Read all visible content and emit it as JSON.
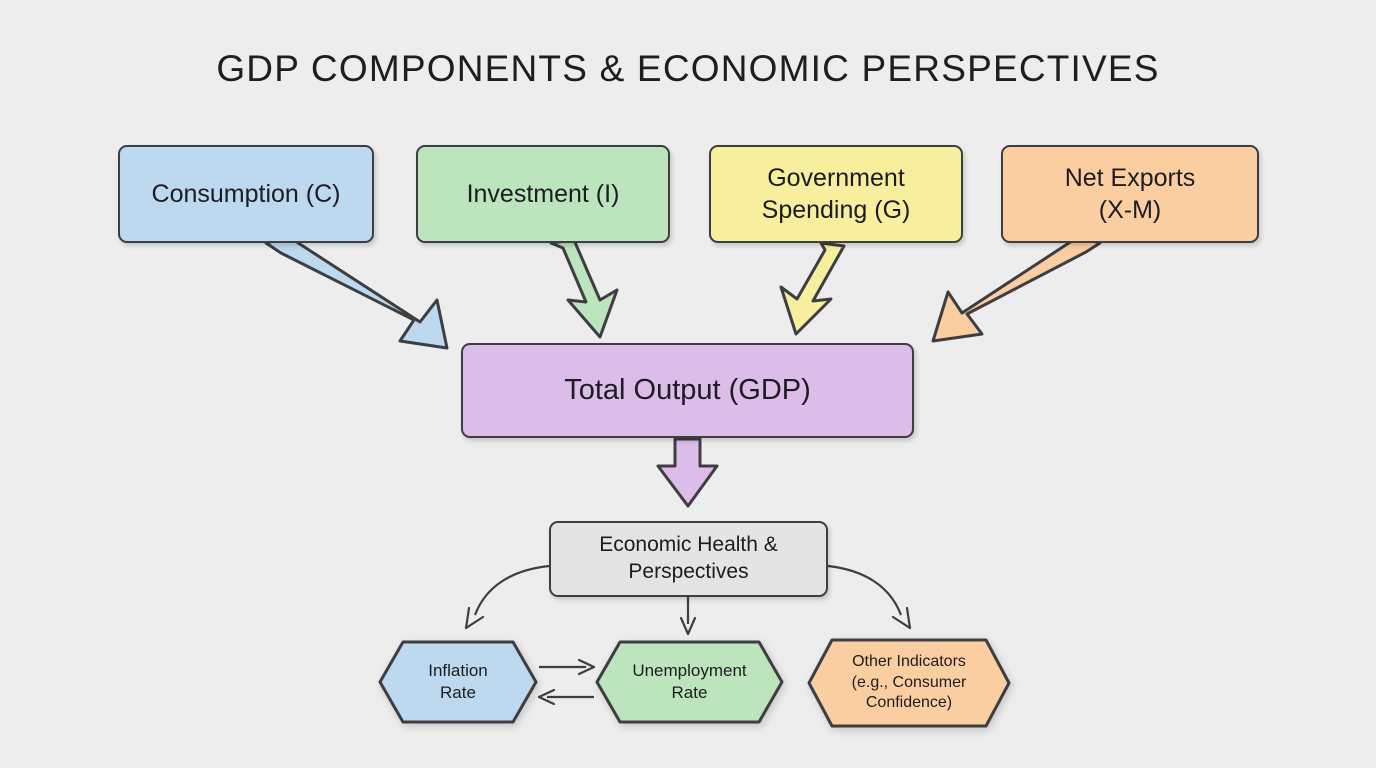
{
  "title": "GDP COMPONENTS & ECONOMIC PERSPECTIVES",
  "background_color": "#ededed",
  "stroke_color": "#3e3e42",
  "components": [
    {
      "id": "consumption",
      "label": "Consumption (C)",
      "color": "#bcd9ef"
    },
    {
      "id": "investment",
      "label": "Investment (I)",
      "color": "#bde5bd"
    },
    {
      "id": "government",
      "label_line1": "Government",
      "label_line2": "Spending (G)",
      "color": "#f7ef9d"
    },
    {
      "id": "net-exports",
      "label_line1": "Net Exports",
      "label_line2": "(X-M)",
      "color": "#fbcea2"
    }
  ],
  "total_output": {
    "label": "Total Output (GDP)",
    "color": "#dcbce8"
  },
  "economic_health": {
    "label_line1": "Economic Health &",
    "label_line2": "Perspectives",
    "color": "#e4e4e4"
  },
  "indicators": [
    {
      "id": "inflation",
      "label_line1": "Inflation",
      "label_line2": "Rate",
      "color": "#bcd9ef"
    },
    {
      "id": "unemployment",
      "label_line1": "Unemployment",
      "label_line2": "Rate",
      "color": "#bde5bd"
    },
    {
      "id": "other",
      "label_line1": "Other Indicators",
      "label_line2": "(e.g., Consumer",
      "label_line3": "Confidence)",
      "color": "#fbcea2"
    }
  ]
}
